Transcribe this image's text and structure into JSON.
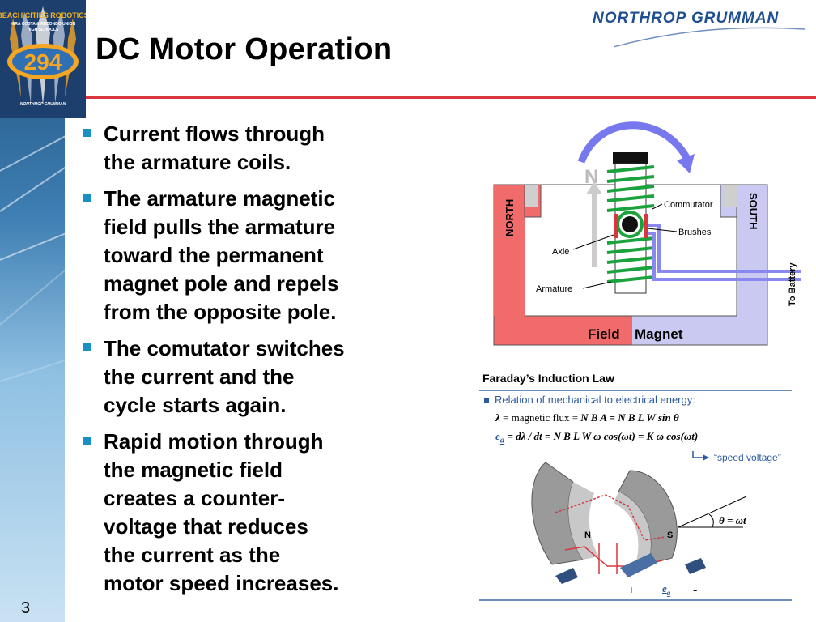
{
  "slide": {
    "title": "DC Motor Operation",
    "page_number": "3",
    "team_logo": {
      "line1": "BEACH CITIES ROBOTICS",
      "line2": "MIRA COSTA & REDONDO UNION",
      "line3": "HIGH SCHOOLS",
      "number": "294",
      "sponsor": "NORTHROP GRUMMAN"
    },
    "brand_logo": "NORTHROP GRUMMAN"
  },
  "bullets": [
    {
      "lines": [
        "Current flows through",
        "the armature coils."
      ]
    },
    {
      "lines": [
        "The armature magnetic",
        "field pulls the armature",
        "toward the permanent",
        "magnet pole and repels",
        "from the opposite pole."
      ]
    },
    {
      "lines": [
        "The comutator switches",
        "the current and the",
        "cycle starts again."
      ]
    },
    {
      "lines": [
        "Rapid motion through",
        "the magnetic field",
        "creates a counter-",
        "voltage that reduces",
        "the current as the",
        "motor speed increases."
      ]
    }
  ],
  "motor_diagram": {
    "north": "NORTH",
    "south": "SOUTH",
    "n_mark": "N",
    "commutator": "Commutator",
    "brushes": "Brushes",
    "axle": "Axle",
    "armature": "Armature",
    "to_battery": "To Battery",
    "field": "Field",
    "magnet": "Magnet"
  },
  "faraday": {
    "title": "Faraday’s Induction Law",
    "bullet": "Relation of mechanical to electrical energy:",
    "eq1_lambda": "λ",
    "eq1_text": " = magnetic flux = ",
    "eq1_rhs": "N B A = N B L W sin θ",
    "eq2_ea": "e",
    "eq2_sub": "a",
    "eq2_text": " = dλ / dt = N B L W ω cos(ωt) = K ω cos(ωt)",
    "speed_voltage": "“speed voltage”",
    "theta_label": "θ = ωt",
    "n_label": "N",
    "s_label": "S",
    "plus": "+",
    "minus": "-",
    "ea_bottom": "e",
    "ea_bottom_sub": "a"
  },
  "colors": {
    "accent_red": "#d9363e",
    "bullet_blue": "#1a8fc4",
    "north_red": "#f26b6b",
    "south_lavender": "#c9c9f2",
    "coil_green": "#1aa33c",
    "arrow_blue": "#7777ee"
  }
}
